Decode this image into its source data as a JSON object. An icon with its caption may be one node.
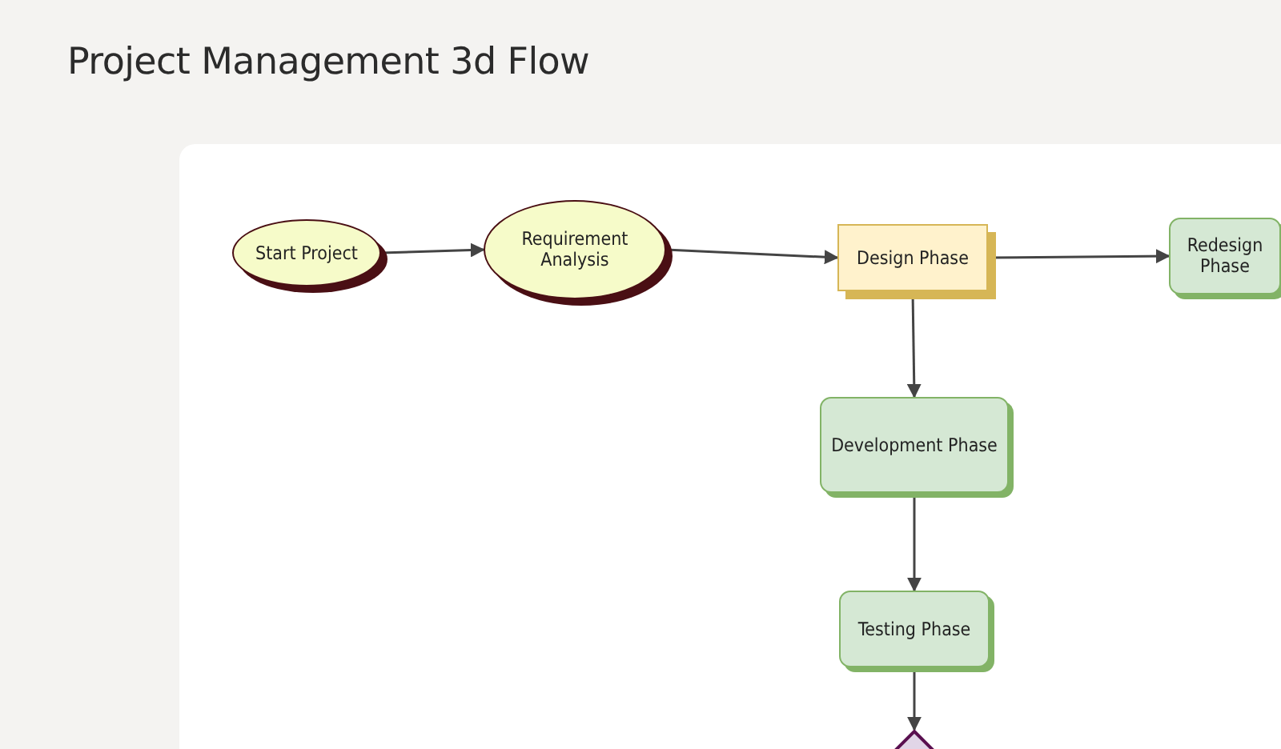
{
  "diagram": {
    "title": "Project Management 3d Flow",
    "nodes": [
      {
        "text": [
          "Start Project"
        ]
      },
      {
        "text": [
          "Requirement Analysis"
        ]
      },
      {
        "text": [
          "Design Phase"
        ]
      },
      {
        "text": [
          "Redesign Phase"
        ]
      },
      {
        "text": [
          "Development Phase"
        ]
      },
      {
        "text": [
          "Testing Phase"
        ]
      },
      {
        "text": [],
        "shape": "diamond"
      }
    ],
    "edges": [
      {
        "from": 0,
        "to": 1,
        "arrow": "to"
      },
      {
        "from": 1,
        "to": 2,
        "arrow": "to"
      },
      {
        "from": 2,
        "to": 3,
        "arrow": "to"
      },
      {
        "from": 2,
        "to": 4,
        "arrow": "to"
      },
      {
        "from": 4,
        "to": 5,
        "arrow": "to"
      },
      {
        "from": 5,
        "to": 6,
        "arrow": "to"
      }
    ]
  }
}
